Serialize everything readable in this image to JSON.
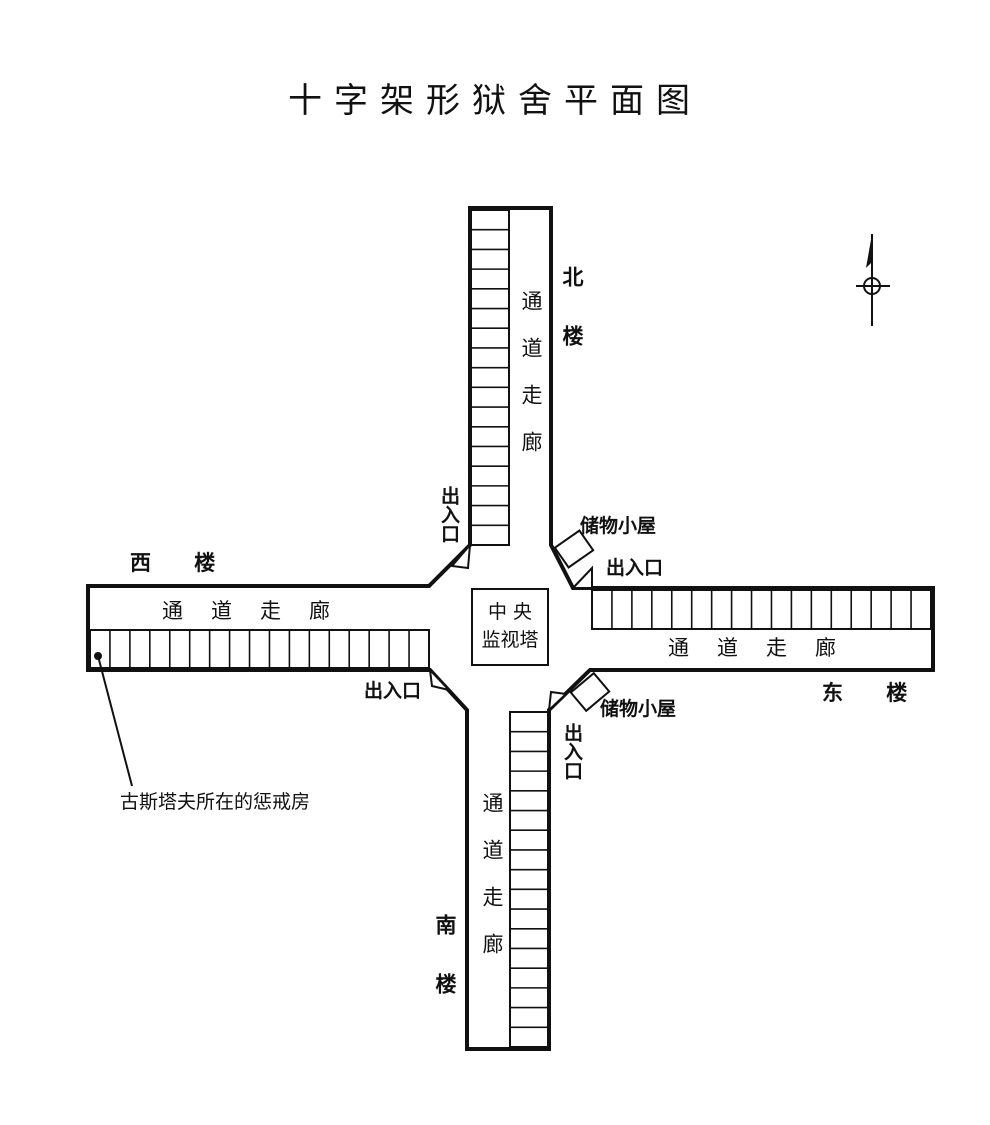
{
  "title": "十字架形狱舍平面图",
  "corridor_label": "通道走廊",
  "entrance_label": "出入口",
  "storage_label": "储物小屋",
  "tower": {
    "line1": "中  央",
    "line2": "监视塔"
  },
  "buildings": {
    "north": "北楼",
    "south": "南楼",
    "east": "东  楼",
    "west": "西  楼"
  },
  "annotation": "古斯塔夫所在的惩戒房",
  "colors": {
    "ink": "#111111",
    "paper": "#ffffff"
  },
  "compass_icon": "north-arrow-icon"
}
